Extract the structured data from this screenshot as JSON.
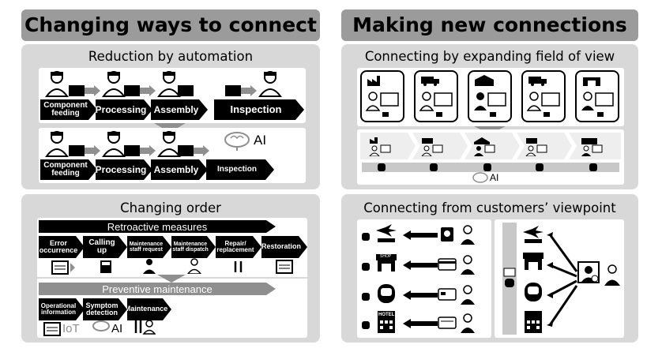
{
  "left_header": "Changing ways to connect",
  "right_header": "Making new connections",
  "automation": {
    "title": "Reduction by automation",
    "row1": [
      "Component feeding",
      "Processing",
      "Assembly",
      "Inspection"
    ],
    "row2": [
      "Component feeding",
      "Processing",
      "Assembly",
      "Inspection"
    ],
    "ai_label": "AI"
  },
  "order": {
    "title": "Changing order",
    "retro_label": "Retroactive measures",
    "retro_steps": [
      "Error occurrence",
      "Calling up",
      "Maintenance staff request",
      "Maintenance staff dispatch",
      "Repair/ replacement",
      "Restoration"
    ],
    "prev_label": "Preventive maintenance",
    "prev_steps": [
      "Operational information",
      "Symptom detection",
      "Maintenance"
    ],
    "iot_label": "IoT",
    "ai_label": "AI"
  },
  "field": {
    "title": "Connecting by expanding field of view",
    "ai_label": "AI"
  },
  "customer": {
    "title": "Connecting from customers’ viewpoint",
    "shop_label": "SHOP",
    "hotel_label": "HOTEL"
  },
  "colors": {
    "panel": "#d8d8d8",
    "header": "#9b9b9b",
    "arrow_gray": "#8f8f8f",
    "block": "#000000"
  }
}
